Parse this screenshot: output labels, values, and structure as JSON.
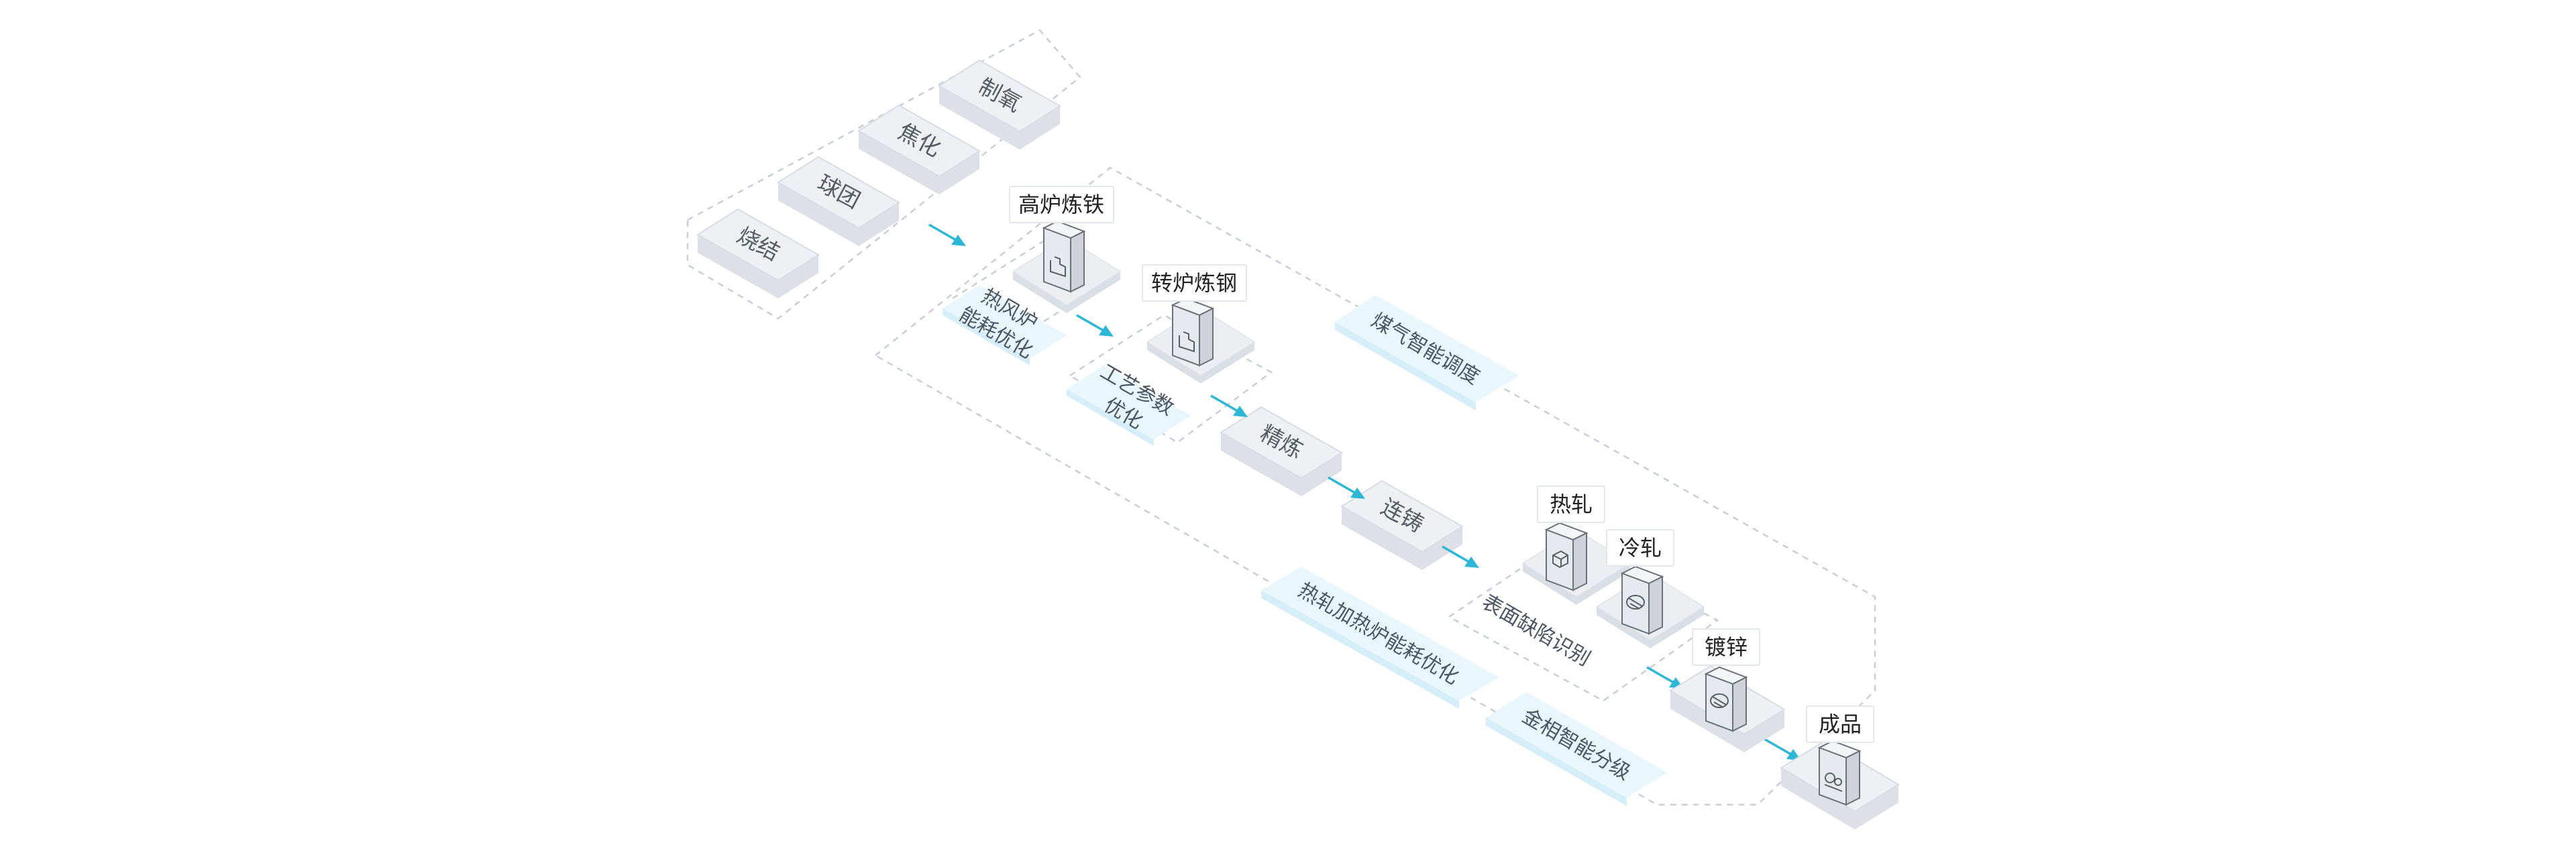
{
  "diagram": {
    "prep_steps": [
      {
        "id": "sinter",
        "label": "烧结"
      },
      {
        "id": "pellet",
        "label": "球团"
      },
      {
        "id": "coking",
        "label": "焦化"
      },
      {
        "id": "oxygen",
        "label": "制氧"
      }
    ],
    "flow_steps": [
      {
        "id": "refining",
        "label": "精炼"
      },
      {
        "id": "casting",
        "label": "连铸"
      }
    ],
    "stations": [
      {
        "id": "blast-furnace",
        "label": "高炉炼铁",
        "icon": "furnace-icon"
      },
      {
        "id": "converter",
        "label": "转炉炼钢",
        "icon": "furnace-icon"
      },
      {
        "id": "hot-rolling",
        "label": "热轧",
        "icon": "coil-icon"
      },
      {
        "id": "cold-rolling",
        "label": "冷轧",
        "icon": "roll-icon"
      },
      {
        "id": "galvanizing",
        "label": "镀锌",
        "icon": "roll-icon"
      },
      {
        "id": "finished",
        "label": "成品",
        "icon": "gear-icon"
      }
    ],
    "optimizations": {
      "hot_blast": {
        "line1": "热风炉",
        "line2": "能耗优化"
      },
      "process_params": {
        "line1": "工艺参数",
        "line2": "优化"
      },
      "gas_scheduling": "煤气智能调度",
      "reheat_furnace": "热轧加热炉能耗优化",
      "metallographic": "金相智能分级",
      "surface_defect": "表面缺陷识别"
    },
    "colors": {
      "arrow": "#2ab8d6",
      "optimization_fill": "#e9f7fd",
      "step_fill": "#eef0f4",
      "dash": "#c9ced6"
    }
  }
}
